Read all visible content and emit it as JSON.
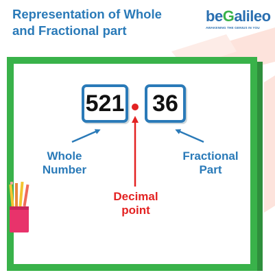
{
  "title": "Representation of Whole and Fractional part",
  "logo": {
    "prefix": "be",
    "g": "G",
    "suffix": "alileo",
    "tagline": "AWAKENING THE GENIUS IN YOU"
  },
  "whole_number": {
    "value": "521",
    "label_line1": "Whole",
    "label_line2": "Number"
  },
  "fractional_part": {
    "value": "36",
    "label_line1": "Fractional",
    "label_line2": "Part"
  },
  "decimal_point": {
    "label_line1": "Decimal",
    "label_line2": "point"
  },
  "colors": {
    "title_blue": "#2a7ab8",
    "board_green": "#39b24a",
    "decimal_red": "#e32222",
    "logo_green": "#39b24a"
  },
  "icons": [
    "decimal-dot-icon",
    "pencil-cup-icon",
    "arrow-icon"
  ]
}
